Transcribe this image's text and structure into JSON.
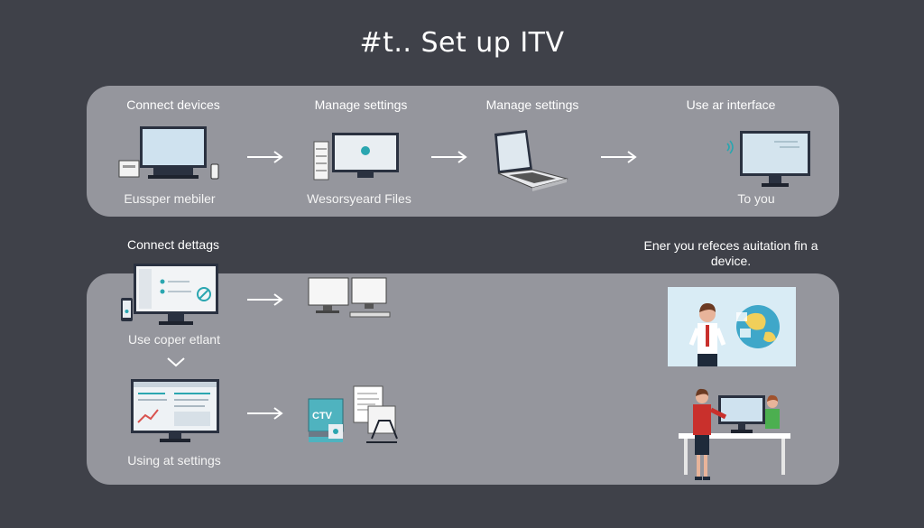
{
  "title": "#t.. Set up ITV",
  "top_panel": {
    "steps": [
      {
        "heading": "Connect devices",
        "caption": "Eussper mebiler"
      },
      {
        "heading": "Manage settings",
        "caption": "Wesorsyeard Files"
      },
      {
        "heading": "Manage settings",
        "caption": ""
      },
      {
        "heading": "Use ar interface",
        "caption": "To you"
      }
    ]
  },
  "bottom_panel": {
    "heading_left": "Connect dettags",
    "caption_row1": "Use coper etlant",
    "caption_row2": "Using at settings",
    "note": "Ener you refeces auitation fin a device.",
    "file_icon_label": "CTV"
  },
  "colors": {
    "background": "#3f4149",
    "panel": "#95969d",
    "accent": "#2aa6b0"
  },
  "icons": [
    "monitor-icon",
    "phone-icon",
    "laptop-icon",
    "server-icon",
    "wifi-icon",
    "arrow-right-icon",
    "chevron-down-icon",
    "document-icon",
    "person-icon",
    "globe-icon"
  ]
}
